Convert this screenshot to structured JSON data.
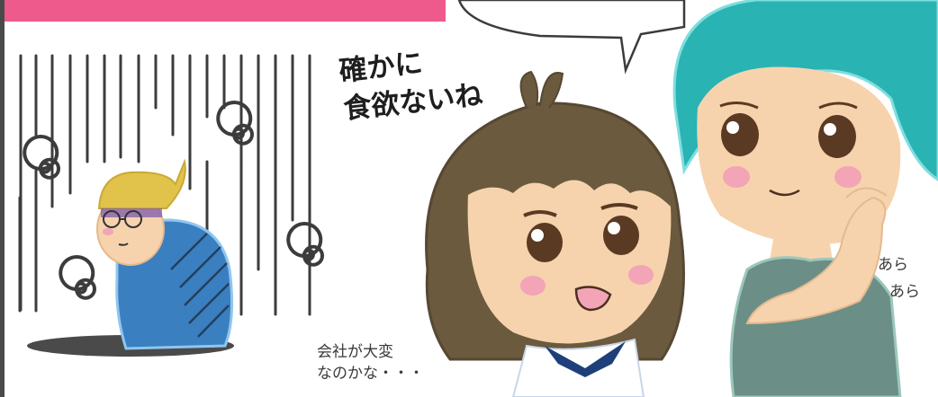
{
  "colors": {
    "accent_bar": "#ee5a8b",
    "panel_border": "#4a4a4a",
    "girl_hair": "#6b5a3e",
    "woman_hair": "#2ab3b3",
    "man_shirt": "#3a7fc0",
    "skin": "#f6d3ad",
    "woman_dress": "#6b8f86"
  },
  "speech": {
    "girl_line1": "確かに",
    "girl_line2": "食欲ないね",
    "thought_line1": "会社が大変",
    "thought_line2": "なのかな・・・",
    "woman_line1": "あら",
    "woman_line2": "あら"
  },
  "icons": [
    "gloom-swirl-icon",
    "gloom-lines"
  ]
}
